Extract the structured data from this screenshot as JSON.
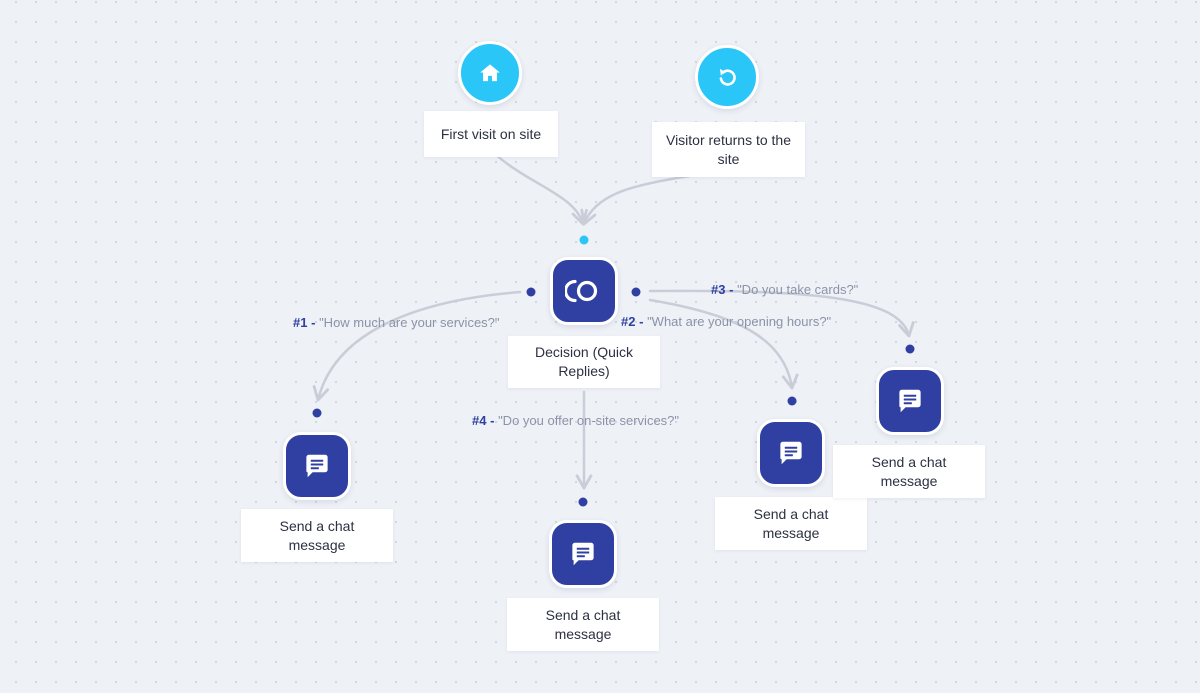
{
  "triggers": {
    "first_visit": {
      "label": "First visit on site",
      "icon": "home-icon"
    },
    "returns": {
      "label": "Visitor returns to the site",
      "icon": "refresh-icon"
    }
  },
  "decision": {
    "label": "Decision (Quick Replies)",
    "icon": "quick-replies-icon"
  },
  "edges": [
    {
      "num": "#1",
      "sep": "-",
      "text": "\"How much are your services?\""
    },
    {
      "num": "#2",
      "sep": "-",
      "text": "\"What are your opening hours?\""
    },
    {
      "num": "#3",
      "sep": "-",
      "text": "\"Do you take cards?\""
    },
    {
      "num": "#4",
      "sep": "-",
      "text": "\"Do you offer on-site services?\""
    }
  ],
  "actions": [
    {
      "label": "Send a chat message",
      "icon": "chat-message-icon"
    },
    {
      "label": "Send a chat message",
      "icon": "chat-message-icon"
    },
    {
      "label": "Send a chat message",
      "icon": "chat-message-icon"
    },
    {
      "label": "Send a chat message",
      "icon": "chat-message-icon"
    }
  ],
  "colors": {
    "trigger": "#2ac6f8",
    "node": "#2f40a2",
    "connector": "#c9cdd8",
    "edge_text": "#8c93a8",
    "background": "#eef1f6"
  }
}
